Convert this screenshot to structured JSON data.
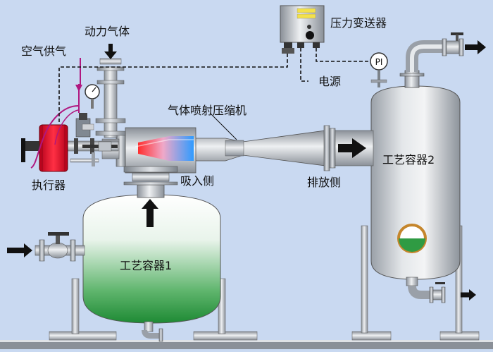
{
  "labels": {
    "motive_gas": "动力气体",
    "air_supply": "空气供气",
    "pressure_transmitter": "压力变送器",
    "power_supply": "电源",
    "pi": "PI",
    "ejector_compressor": "气体喷射压缩机",
    "suction_side": "吸入侧",
    "discharge_side": "排放侧",
    "actuator": "执行器",
    "vessel_1": "工艺容器1",
    "vessel_2": "工艺容器2"
  },
  "colors": {
    "background": "#c9d9f1",
    "vessel_1_fill": "#2f9b43",
    "pipe_steel": "#b0b5bc",
    "actuator_red": "#e8102a",
    "pulse_magenta": "#b0177f",
    "ejector_red": "#ff2d2d",
    "ejector_blue": "#2f9bff"
  },
  "icons": {
    "flow_arrow": "arrow-right-icon",
    "gauge": "pressure-gauge-icon",
    "valve": "gate-valve-icon"
  }
}
